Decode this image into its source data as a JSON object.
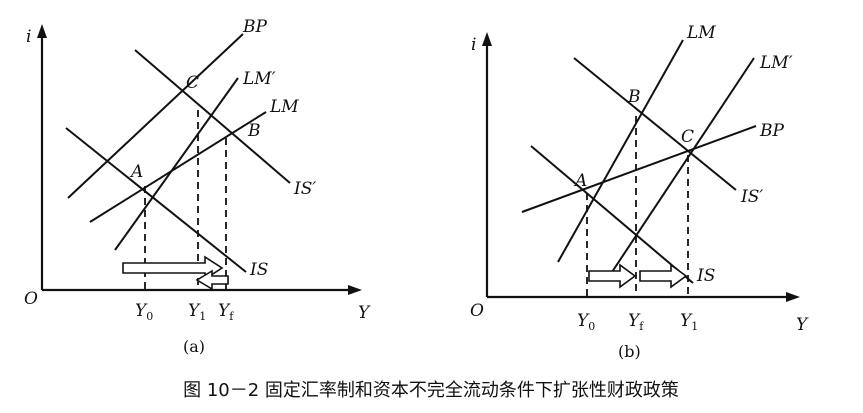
{
  "caption": "图 10－2  固定汇率制和资本不完全流动条件下扩张性财政政策",
  "panel_a": {
    "caption": "(a)",
    "axis_y": "i",
    "axis_x": "Y",
    "origin": "O",
    "curves": {
      "bp": "BP",
      "lm_prime": "LM′",
      "lm": "LM",
      "is_prime": "IS′",
      "is": "IS"
    },
    "points": {
      "a": "A",
      "b": "B",
      "c": "C"
    },
    "ticks": [
      {
        "main": "Y",
        "sub": "0"
      },
      {
        "main": "Y",
        "sub": "1"
      },
      {
        "main": "Y",
        "sub": "f"
      }
    ]
  },
  "panel_b": {
    "caption": "(b)",
    "axis_y": "i",
    "axis_x": "Y",
    "origin": "O",
    "curves": {
      "lm": "LM",
      "lm_prime": "LM′",
      "bp": "BP",
      "is_prime": "IS′",
      "is": "IS"
    },
    "points": {
      "a": "A",
      "b": "B",
      "c": "C"
    },
    "ticks": [
      {
        "main": "Y",
        "sub": "0"
      },
      {
        "main": "Y",
        "sub": "f"
      },
      {
        "main": "Y",
        "sub": "1"
      }
    ]
  }
}
